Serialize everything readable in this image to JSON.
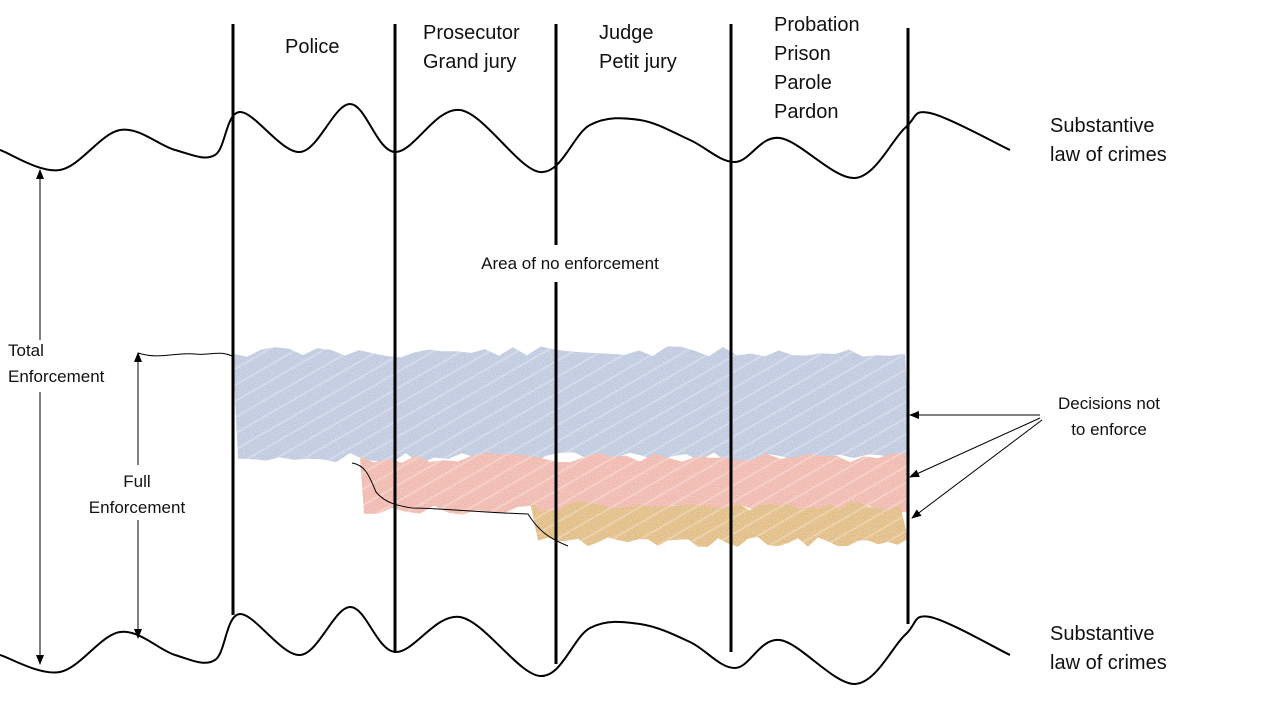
{
  "diagram": {
    "stages": [
      {
        "id": "police",
        "lines": [
          "Police"
        ]
      },
      {
        "id": "prosecutor",
        "lines": [
          "Prosecutor",
          "Grand jury"
        ]
      },
      {
        "id": "judge",
        "lines": [
          "Judge",
          "Petit jury"
        ]
      },
      {
        "id": "corrections",
        "lines": [
          "Probation",
          "Prison",
          "Parole",
          "Pardon"
        ]
      }
    ],
    "law_top": [
      "Substantive",
      "law of crimes"
    ],
    "law_bottom": [
      "Substantive",
      "law of crimes"
    ],
    "no_enforcement": "Area of no enforcement",
    "total_enforcement": [
      "Total",
      "Enforcement"
    ],
    "full_enforcement": [
      "Full",
      "Enforcement"
    ],
    "decisions_not": [
      "Decisions not",
      "to enforce"
    ],
    "colors": {
      "blue": "#a9b8d6",
      "salmon": "#ec9f8e",
      "gold": "#d9a521",
      "line": "#000000"
    }
  }
}
